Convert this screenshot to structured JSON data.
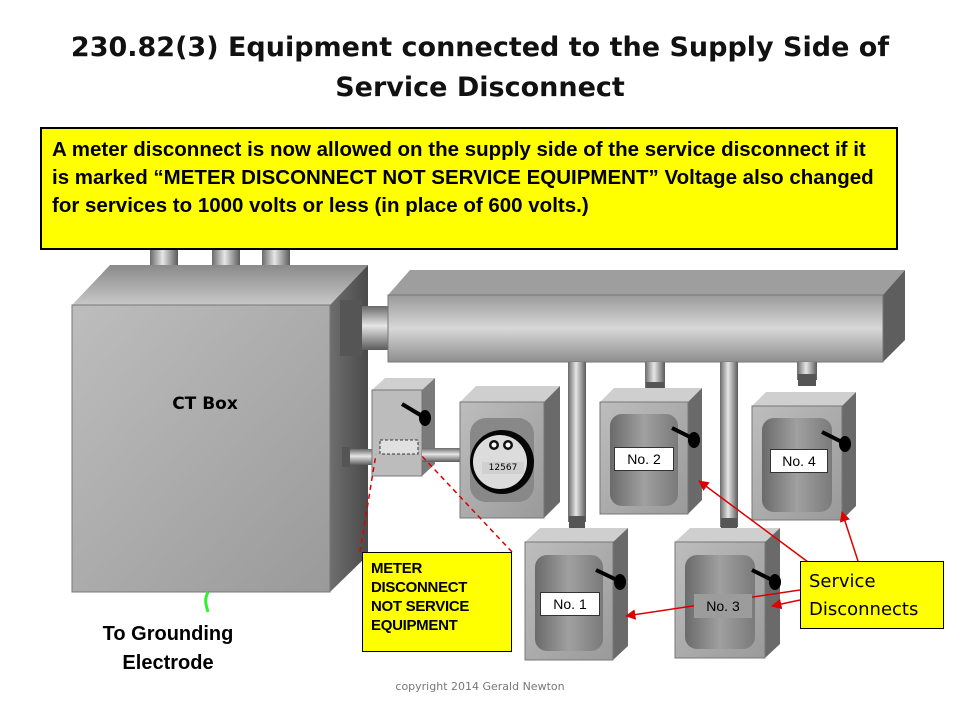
{
  "title": {
    "line1": "230.82(3)  Equipment connected to the Supply Side of",
    "line2": "Service Disconnect"
  },
  "callout": {
    "text": "A meter disconnect is now allowed on the supply side of the service disconnect if it is marked “METER DISCONNECT NOT SERVICE EQUIPMENT”  Voltage also changed for services to 1000 volts or less (in place of 600 volts.)"
  },
  "diagram": {
    "ct_box_label": "CT Box",
    "meter_reading": "12567",
    "grounding_label_line1": "To Grounding",
    "grounding_label_line2": "Electrode",
    "disconnects": [
      {
        "label": "No. 1"
      },
      {
        "label": "No. 2"
      },
      {
        "label": "No. 3"
      },
      {
        "label": "No. 4"
      }
    ],
    "meter_note_lines": [
      "METER",
      "DISCONNECT",
      "NOT SERVICE",
      "EQUIPMENT"
    ],
    "service_note_lines": [
      "Service",
      "Disconnects"
    ],
    "colors": {
      "callout_fill": "#ffff00",
      "arrow": "#dd0000",
      "ground_wire": "#33ee33",
      "enclosure_gray": "#a8a8a8"
    }
  },
  "footer": {
    "text": "copyright 2014 Gerald Newton"
  }
}
